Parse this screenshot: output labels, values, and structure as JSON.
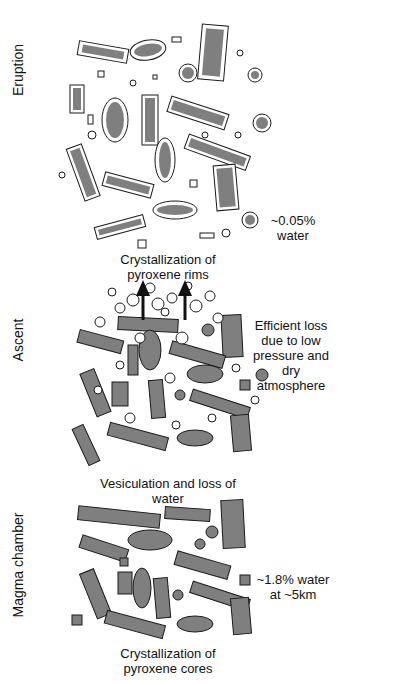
{
  "diagram": {
    "labels": [
      "Eruption",
      "~0.05% water",
      "Crystallization of pyroxene rims",
      "Ascent",
      "Efficient loss due to low pressure and dry atmosphere",
      "Vesiculation and loss of water",
      "Magma chamber",
      "~1.8% water at ~5km",
      "Crystallization of pyroxene cores"
    ]
  }
}
